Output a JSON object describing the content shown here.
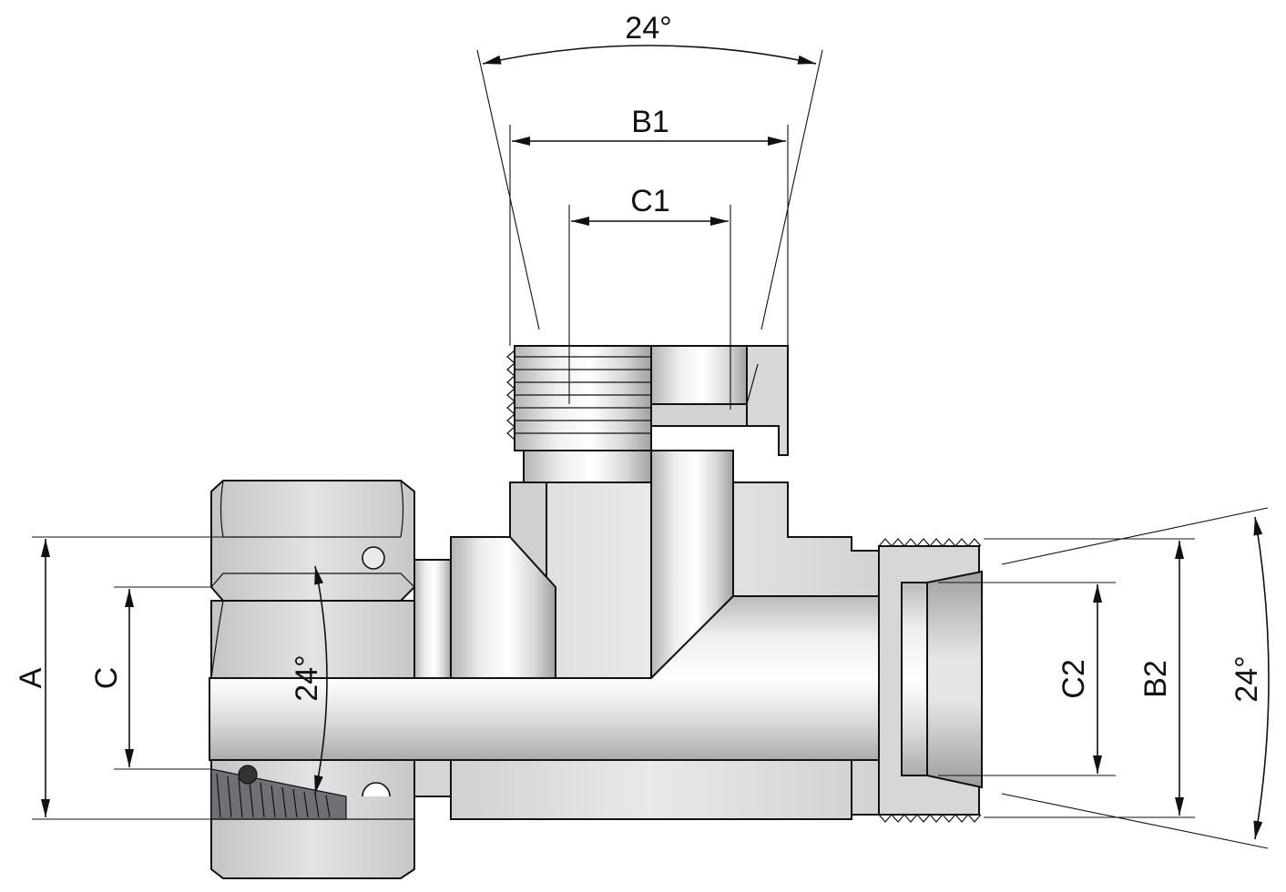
{
  "drawing": {
    "labels": {
      "angle_top": "24°",
      "b1": "B1",
      "c1": "C1",
      "a": "A",
      "c": "C",
      "angle_left": "24°",
      "c2": "C2",
      "b2": "B2",
      "angle_right": "24°"
    },
    "colors": {
      "metal_light": "#f2f3f4",
      "metal_mid": "#c9cacc",
      "metal_dark": "#8c8e91",
      "outline": "#111111",
      "background": "#ffffff"
    }
  }
}
